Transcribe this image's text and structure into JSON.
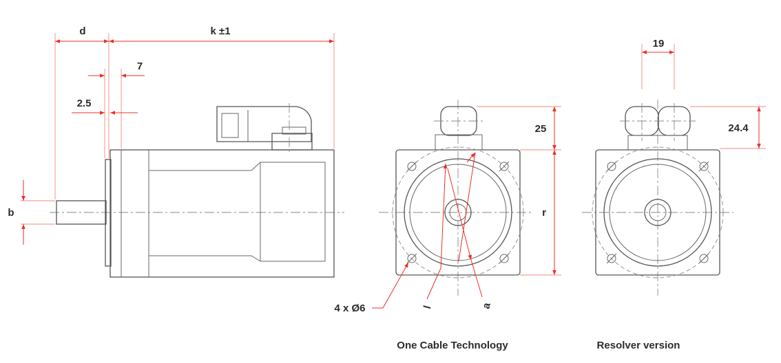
{
  "labels": {
    "d": "d",
    "k": "k ±1",
    "seven": "7",
    "two_five": "2.5",
    "b": "b",
    "twenty_five": "25",
    "r": "r",
    "holes": "4 x Ø6",
    "l": "l",
    "a": "a",
    "nineteen": "19",
    "twenty_four_four": "24.4"
  },
  "captions": {
    "one_cable": "One Cable Technology",
    "resolver": "Resolver version"
  },
  "colors": {
    "dimension": "#e8302a",
    "outline": "#555555"
  }
}
